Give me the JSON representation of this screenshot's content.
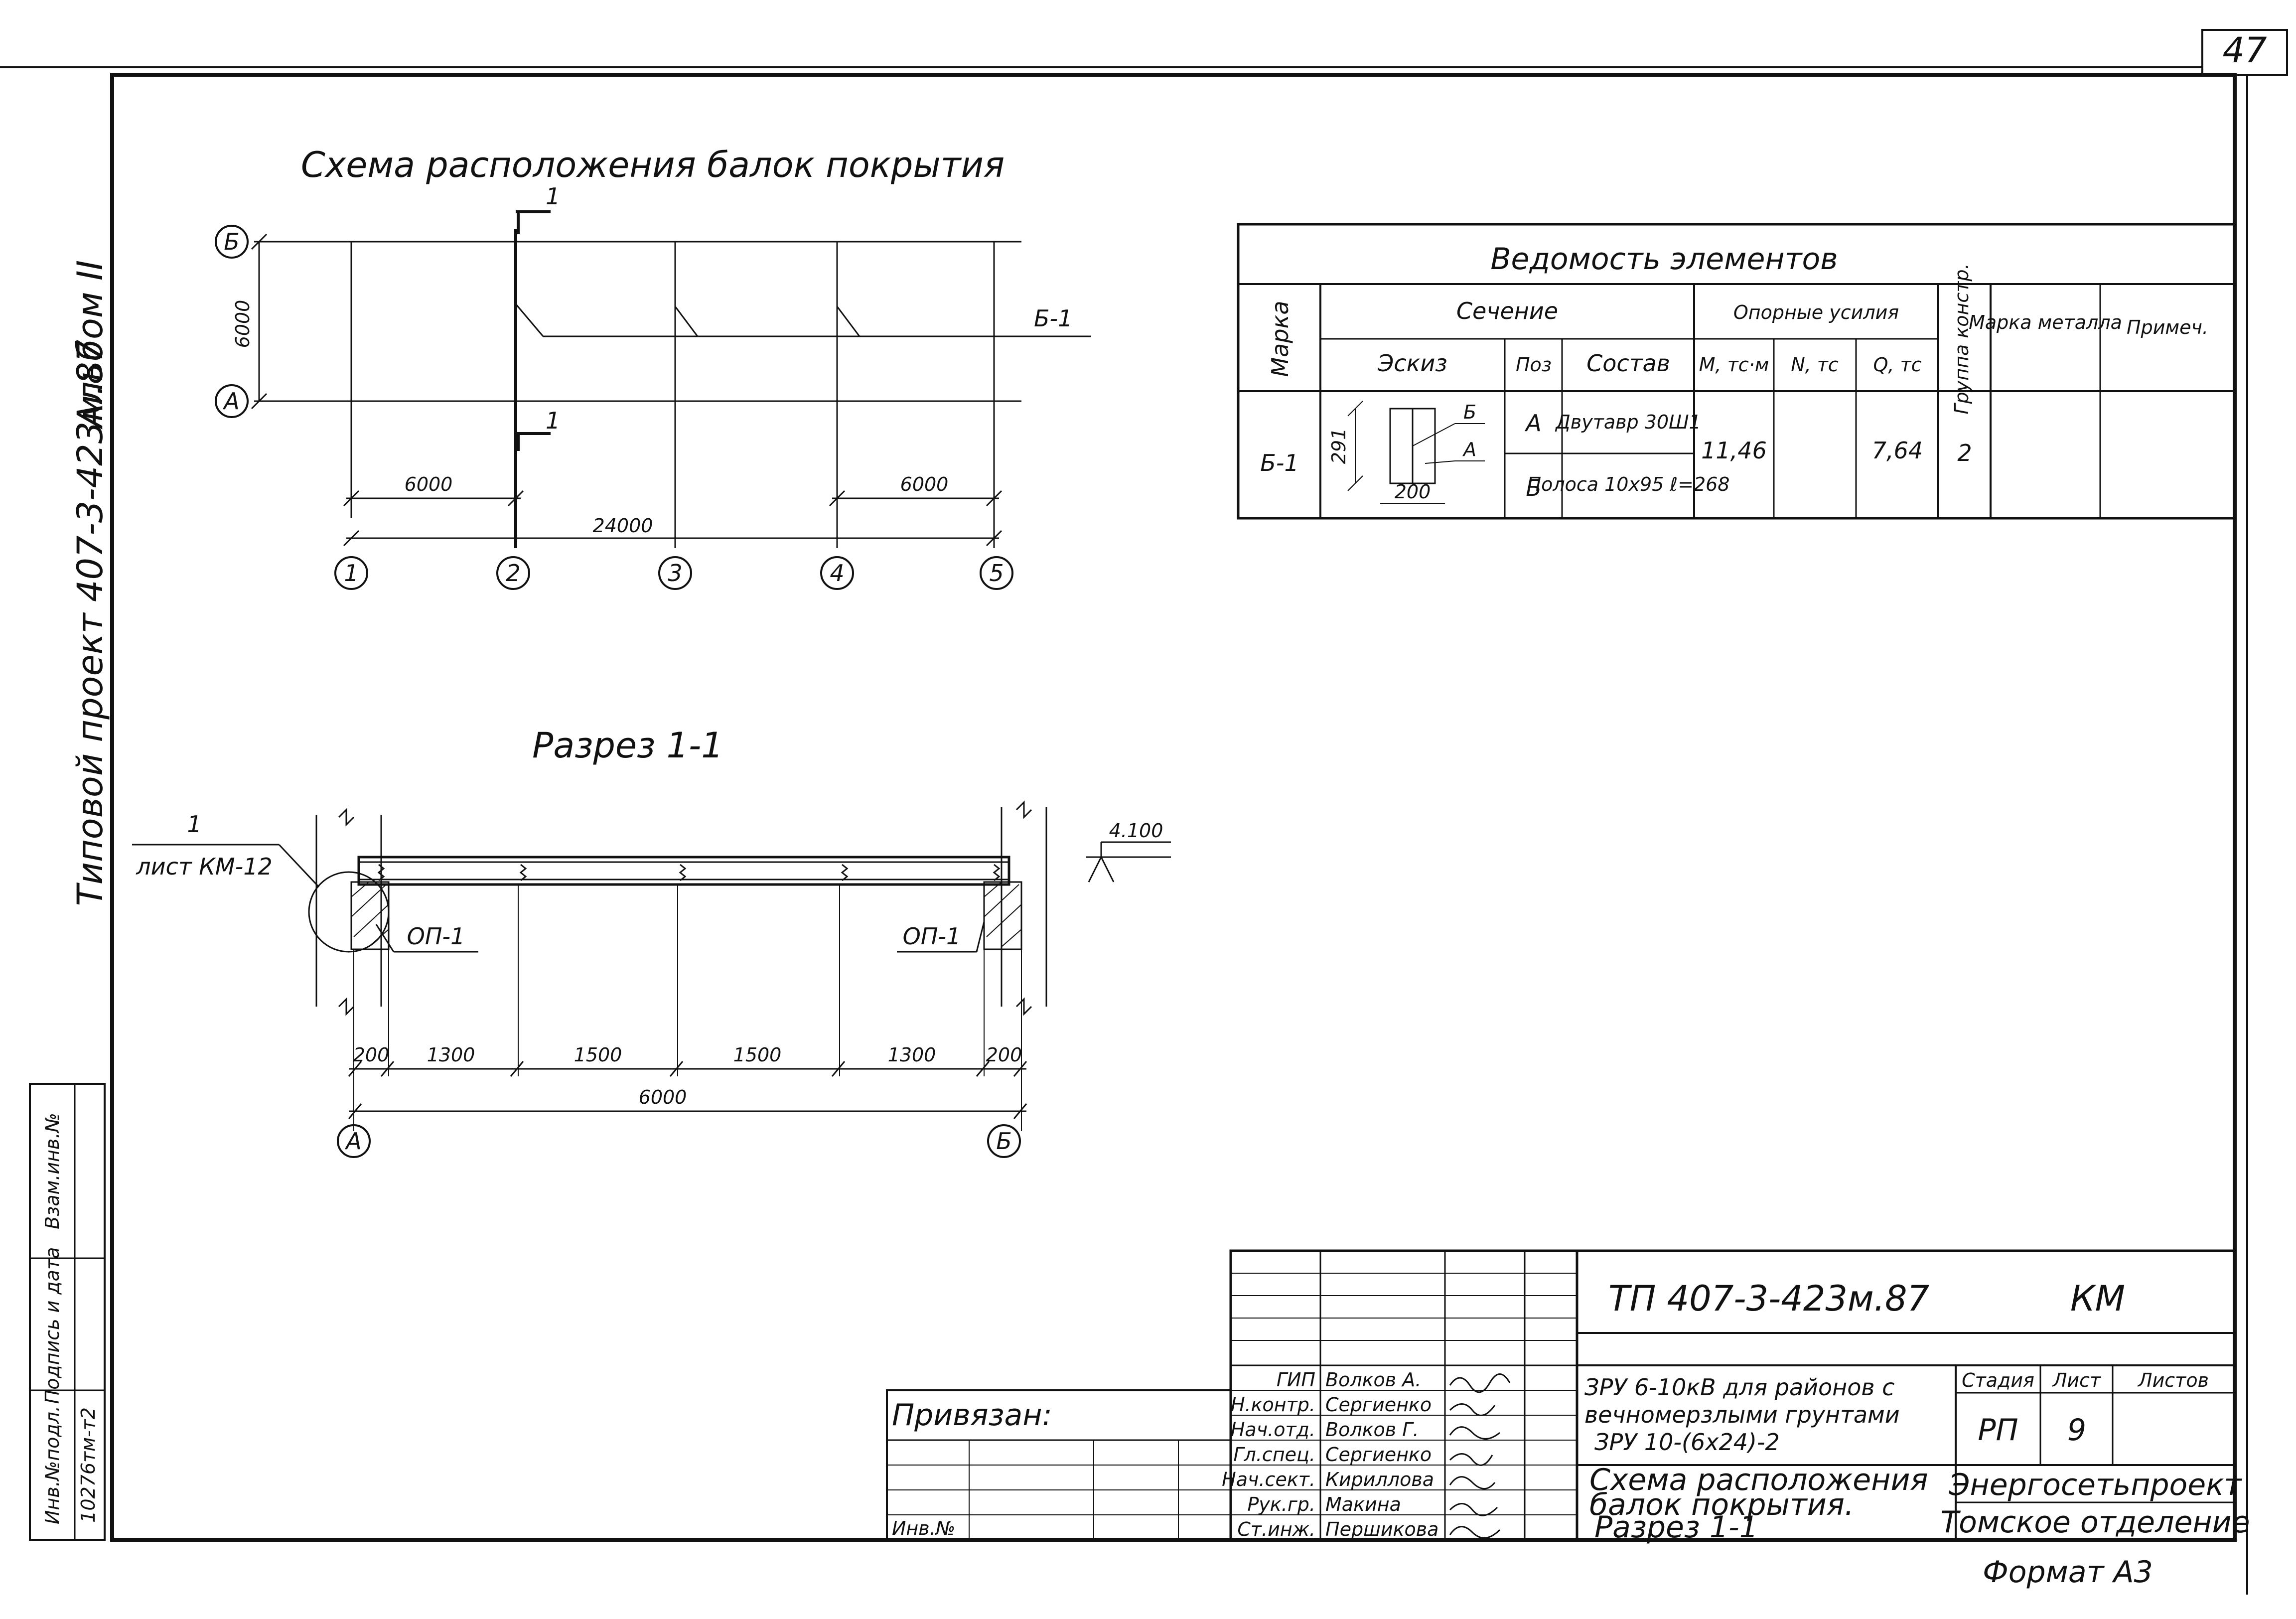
{
  "sheet_number": "47",
  "side_labels": {
    "album": "Альбом II",
    "project": "Типовой проект 407-3-423м.87"
  },
  "plan": {
    "title": "Схема расположения балок покрытия",
    "row_b": "Б",
    "row_a": "А",
    "height_dim": "6000",
    "section_mark_top": "1",
    "section_mark_bottom": "1",
    "beam_label": "Б-1",
    "dim_left": "6000",
    "dim_right": "6000",
    "dim_total": "24000",
    "axes": [
      "1",
      "2",
      "3",
      "4",
      "5"
    ]
  },
  "section": {
    "title": "Разрез 1-1",
    "node_ref_num": "1",
    "node_ref_sheet": "лист КМ-12",
    "support_left": "ОП-1",
    "support_right": "ОП-1",
    "elevation": "4.100",
    "dims": [
      "200",
      "1300",
      "1500",
      "1500",
      "1300",
      "200"
    ],
    "dim_total": "6000",
    "axis_left": "А",
    "axis_right": "Б"
  },
  "table": {
    "title": "Ведомость элементов",
    "h_mark": "Марка",
    "h_section": "Сечение",
    "h_sketch": "Эскиз",
    "h_pos": "Поз",
    "h_comp": "Состав",
    "h_forces": "Опорные усилия",
    "h_m": "M, тс·м",
    "h_n": "N, тс",
    "h_q": "Q, тс",
    "h_group": "Группа констр.",
    "h_metal": "Марка металла",
    "h_note": "Примеч.",
    "row_mark": "Б-1",
    "sketch_h": "291",
    "sketch_w": "200",
    "sketch_b": "Б",
    "sketch_a": "А",
    "pos_a": "А",
    "comp_a": "Двутавр 30Ш1",
    "pos_b": "Б",
    "comp_b": "Полоса 10х95 ℓ=268",
    "m_val": "11,46",
    "n_val": "",
    "q_val": "7,64",
    "group_val": "2"
  },
  "stamp": {
    "privyazan": "Привязан:",
    "inv_no": "Инв.№",
    "doc_code": "ТП 407-3-423м.87",
    "doc_type": "КМ",
    "roles": [
      {
        "role": "ГИП",
        "name": "Волков А."
      },
      {
        "role": "Н.контр.",
        "name": "Сергиенко"
      },
      {
        "role": "Нач.отд.",
        "name": "Волков Г."
      },
      {
        "role": "Гл.спец.",
        "name": "Сергиенко"
      },
      {
        "role": "Нач.сект.",
        "name": "Кириллова"
      },
      {
        "role": "Рук.гр.",
        "name": "Макина"
      },
      {
        "role": "Ст.инж.",
        "name": "Першикова"
      }
    ],
    "object_l1": "ЗРУ 6-10кВ для районов с",
    "object_l2": "вечномерзлыми грунтами",
    "object_l3": "ЗРУ 10-(6х24)-2",
    "sheet_title_l1": "Схема расположения",
    "sheet_title_l2": "балок покрытия.",
    "sheet_title_l3": "Разрез 1-1",
    "h_stage": "Стадия",
    "h_list": "Лист",
    "h_lists": "Листов",
    "stage": "РП",
    "list": "9",
    "org_l1": "Энергосетьпроект",
    "org_l2": "Томское отделение",
    "format": "Формат А3"
  },
  "left_stamp": {
    "c1": "Инв.№подл.",
    "c2": "Подпись и дата",
    "c3": "Взам.инв.№",
    "inv_val": "10276тм-т2"
  }
}
